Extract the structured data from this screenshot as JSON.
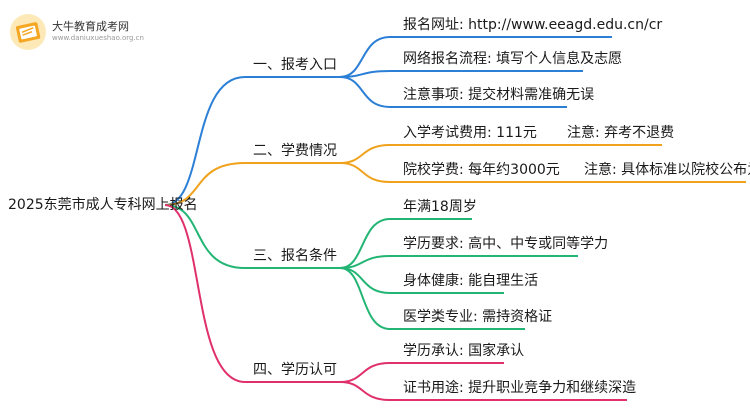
{
  "logo": {
    "title": "大牛教育成考网",
    "subtitle": "www.daniuxueshao.org.cn"
  },
  "colors": {
    "branch1": "#2b7fd6",
    "branch2": "#f0a21c",
    "branch3": "#22b573",
    "branch4": "#e0306c"
  },
  "root": "2025东莞市成人专科网上报名",
  "branches": [
    {
      "label": "一、报考入口",
      "leaves": [
        "报名网址: http://www.eeagd.edu.cn/cr",
        "网络报名流程: 填写个人信息及志愿",
        "注意事项: 提交材料需准确无误"
      ]
    },
    {
      "label": "二、学费情况",
      "leaves": [
        "入学考试费用: 111元",
        "院校学费: 每年约3000元"
      ],
      "notes": [
        "注意: 弃考不退费",
        "注意: 具体标准以院校公布为准"
      ]
    },
    {
      "label": "三、报名条件",
      "leaves": [
        "年满18周岁",
        "学历要求: 高中、中专或同等学力",
        "身体健康: 能自理生活",
        "医学类专业: 需持资格证"
      ]
    },
    {
      "label": "四、学历认可",
      "leaves": [
        "学历承认: 国家承认",
        "证书用途: 提升职业竞争力和继续深造"
      ]
    }
  ]
}
